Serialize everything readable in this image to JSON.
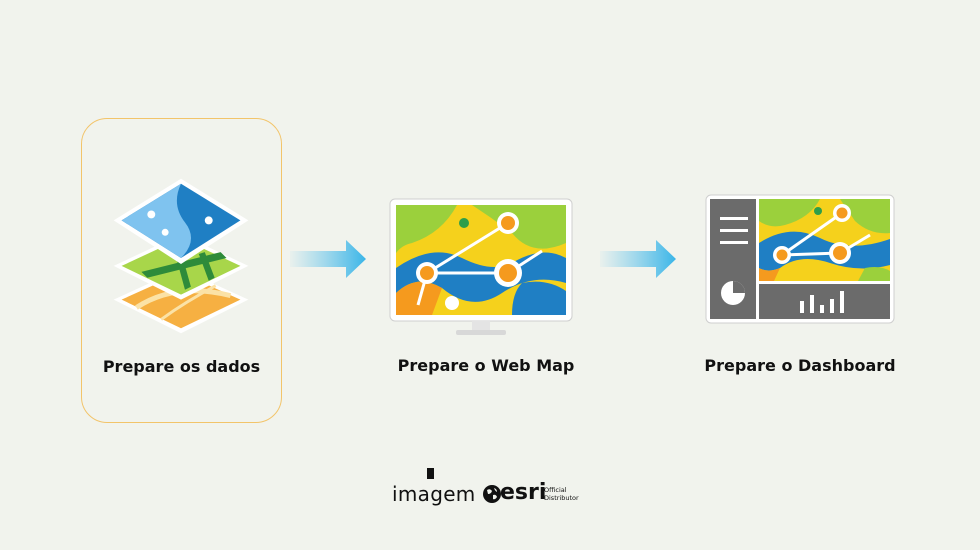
{
  "steps": [
    {
      "label": "Prepare os dados",
      "icon": "data-layers-icon",
      "highlighted": true
    },
    {
      "label": "Prepare o Web Map",
      "icon": "web-map-monitor-icon",
      "highlighted": false
    },
    {
      "label": "Prepare o Dashboard",
      "icon": "dashboard-icon",
      "highlighted": false
    }
  ],
  "footer": {
    "imagem": "imagem",
    "esri": "esri",
    "esri_sub_1": "Official",
    "esri_sub_2": "Distributor"
  },
  "colors": {
    "highlight_border": "#f2c46a",
    "arrow": "#5bc2ec",
    "map_blue": "#1f7fc4",
    "map_yellow": "#f5d11c",
    "map_green": "#9bd03c",
    "map_orange": "#f59a1e",
    "frame_gray": "#6b6b6b"
  }
}
